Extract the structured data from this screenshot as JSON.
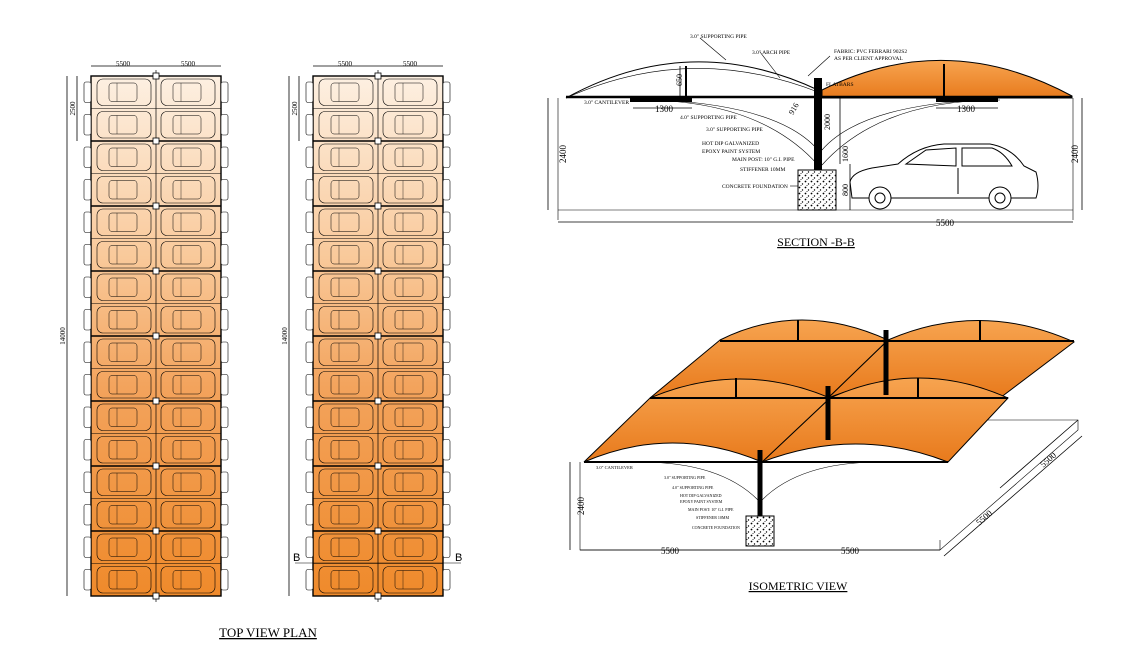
{
  "titles": {
    "top_view": "TOP VIEW PLAN",
    "section": "SECTION -B-B",
    "isometric": "ISOMETRIC VIEW"
  },
  "plan": {
    "width_dim": "5500",
    "length_dim": "14000",
    "bay_dim": "2500",
    "section_mark": "B",
    "rows": 16,
    "colors": {
      "light": "#fbe7d2",
      "dark": "#f08a2a",
      "outline": "#000000"
    }
  },
  "section": {
    "labels": {
      "supporting_pipe_top": "3.0\" SUPPORTING PIPE",
      "arch_pipe": "3.0\" ARCH PIPE",
      "fabric": "FABRIC: PVC FERRARI 902S2",
      "client_approval": "AS PER CLIENT APPROVAL",
      "flatbars": "FLATBARS",
      "cantilever": "3.0\" CANTILEVER",
      "supporting_pipe_4": "4.0\" SUPPORTING PIPE",
      "supporting_pipe_3": "3.0\" SUPPORTING PIPE",
      "galvanized": "HOT DIP GALVANIZED",
      "epoxy": "EPOXY PAINT SYSTEM",
      "main_post": "MAIN POST: 10\" G.I. PIPE",
      "stiffener": "STIFFENER 10MM",
      "foundation": "CONCRETE FOUNDATION"
    },
    "dims": {
      "rise": "650",
      "cantilever_len": "1300",
      "brace": "916",
      "height_left": "2400",
      "height_right": "2400",
      "post_height": "2000",
      "clearance": "1600",
      "footing": "800",
      "span": "5500"
    },
    "colors": {
      "fabric": "#f08a2a",
      "fabric_light": "#fbe0c4"
    }
  },
  "isometric": {
    "dims": {
      "height": "2400",
      "span_left": "5500",
      "span_right": "5500",
      "depth_a": "5500",
      "depth_b": "5500"
    },
    "colors": {
      "fabric": "#f08a2a"
    }
  }
}
